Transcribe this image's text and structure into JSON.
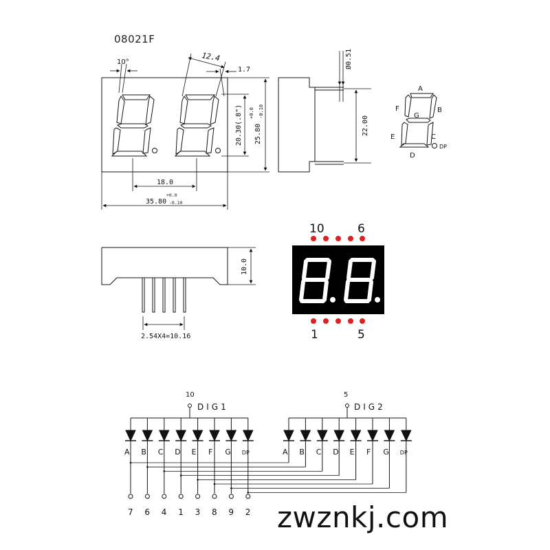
{
  "part_number": "08021F",
  "watermark": "zwznkj.com",
  "front_view": {
    "angle": "10°",
    "seg_width": "12.4",
    "offset": "1.7",
    "digit_height": "20.30(.8\")",
    "height": "25.80",
    "height_tol_plus": "+0.0",
    "height_tol_minus": "-0.10",
    "pitch": "18.0",
    "width": "35.80",
    "width_tol_plus": "+0.0",
    "width_tol_minus": "-0.10"
  },
  "side_view": {
    "pin_dia": "Ø0.51",
    "pin_len": "22.00"
  },
  "bottom_view": {
    "depth": "10.0",
    "pin_pitch": "2.54X4=10.16"
  },
  "segment_map": {
    "A": "A",
    "B": "B",
    "C": "C",
    "D": "D",
    "E": "E",
    "F": "F",
    "G": "G",
    "DP": "DP"
  },
  "photo": {
    "pin_top_left": "10",
    "pin_top_right": "6",
    "pin_bottom_left": "1",
    "pin_bottom_right": "5",
    "led_color": "#e02020",
    "body_color": "#000000",
    "segment_color": "#ffffff"
  },
  "schematic": {
    "dig1": {
      "label": "DIG1",
      "pin": "10"
    },
    "dig2": {
      "label": "DIG2",
      "pin": "5"
    },
    "segments": [
      "A",
      "B",
      "C",
      "D",
      "E",
      "F",
      "G",
      "DP"
    ],
    "pins": [
      "7",
      "6",
      "4",
      "1",
      "3",
      "8",
      "9",
      "2"
    ]
  }
}
